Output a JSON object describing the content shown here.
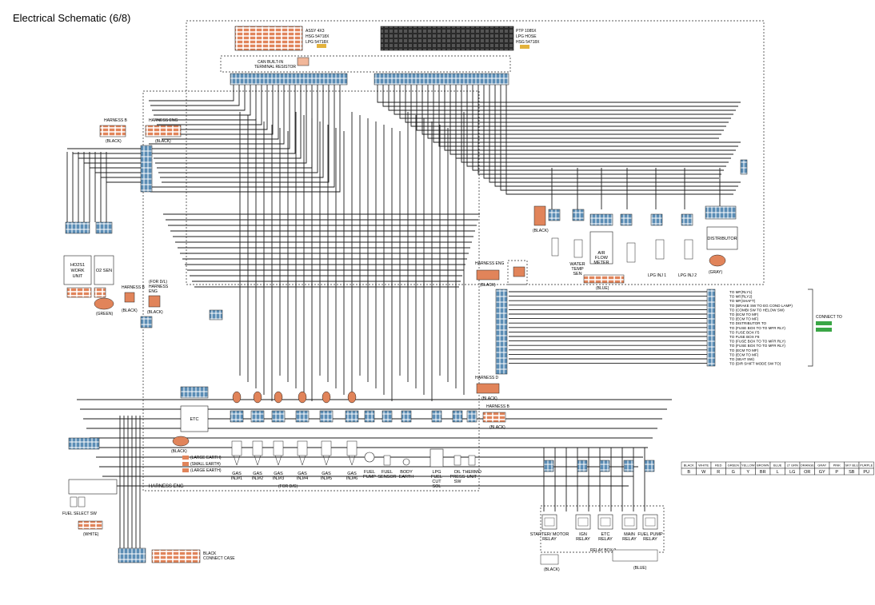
{
  "title": "Electrical Schematic (6/8)",
  "labels": {
    "harness_eng_bottom": "HARNESS ENG",
    "harness_b_top": "HARNESS B",
    "harness_eng_top": "HARNESS ENG",
    "harness_b_mid": "HARNESS B",
    "harness_eng_right": "HARNESS ENG",
    "harness_d": "HARNESS D",
    "harness_b_right": "HARNESS B",
    "relay_box": "RELAY BOX 2",
    "distributor": "DISTRIBUTOR",
    "etc": "ETC",
    "fuel_select_sw": "FUEL SELECT SW",
    "black": "(BLACK)",
    "white": "(WHITE)",
    "blue": "(BLUE)",
    "green": "(GREEN)",
    "gray": "(GRAY)",
    "connect_to": "CONNECT TO",
    "for_diesel": "(FOR D/G)"
  },
  "injectors": [
    "GAS INJ#1",
    "GAS INJ#2",
    "GAS INJ#3",
    "GAS INJ#4",
    "GAS INJ#5",
    "GAS INJ#6"
  ],
  "sensors": [
    "FUEL PUMP",
    "FUEL SENSOR",
    "BODY EARTH",
    "LPG FUEL CUT SOL",
    "OIL PRESS SW",
    "THERMO UNIT"
  ],
  "relays": [
    "STARTER/ MOTOR RELAY",
    "IGN RELAY",
    "ETC RELAY",
    "MAIN RELAY",
    "FUEL PUMP RELAY"
  ],
  "right_outputs": [
    "TO MF(RLY1)",
    "TO MF(RLY2)",
    "TO MF(SHAFT)",
    "TO (BRAKE SW TO EG COND LAMP)",
    "TO (COMBI SW TO HELOW SW)",
    "TO (ECM TO MF)",
    "TO (ECM TO MF)",
    "TO DISTRIBUTOR TO",
    "TO (FUSE BOX TO TO MFR RLY)",
    "TO FUSE BOX F5",
    "TO FUSE BOX F8",
    "TO (FUSE BOX TO TO MFR RLY)",
    "TO (FUSE BOX TO TO MFR RLY)",
    "TO (ECM TO MF)",
    "TO (ECM TO MF)",
    "TO (SEAT SW)",
    "TO (DIR SHIFT MODE SW TO)"
  ],
  "color_legend": {
    "names": [
      "BLACK",
      "WHITE",
      "RED",
      "GREEN",
      "YELLOW",
      "BROWN",
      "BLUE",
      "LT GRN",
      "ORANGE",
      "GRAY",
      "PINK",
      "SKY BLU",
      "PURPLE"
    ],
    "codes": [
      "B",
      "W",
      "R",
      "G",
      "Y",
      "BR",
      "L",
      "LG",
      "OR",
      "GY",
      "P",
      "SB",
      "PU"
    ]
  },
  "colors": {
    "wire": "#1a1a1a",
    "connector_blue": "#5b8db5",
    "connector_orange": "#e1845a",
    "connector_light": "#f1b79a",
    "highlight_green": "#3aa646",
    "highlight_yellow": "#e3b23c",
    "ecu_dark": "#222222"
  }
}
